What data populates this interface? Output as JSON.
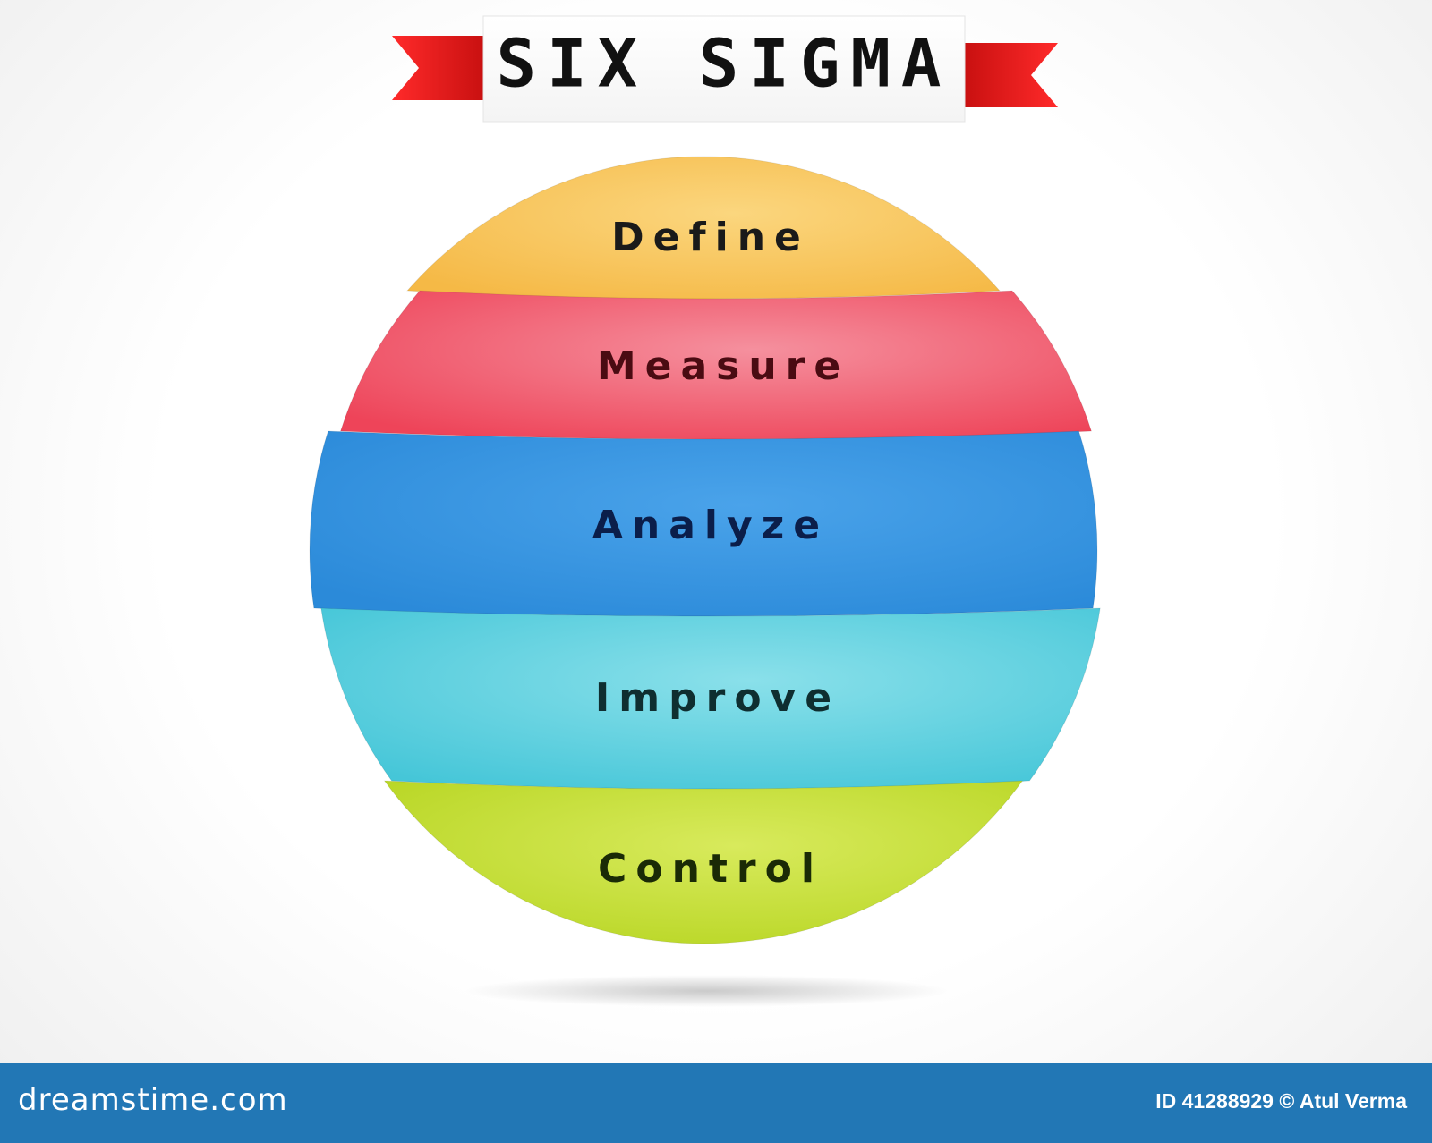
{
  "title": "SIX SIGMA",
  "colors": {
    "ribbon": "#e01919",
    "title_text": "#111111",
    "footer_bg": "#2277b5"
  },
  "steps": [
    {
      "label": "Define",
      "fill": "#f5b946",
      "light": "#fbd67e",
      "text": "#1a1a1a"
    },
    {
      "label": "Measure",
      "fill": "#ee4459",
      "light": "#f5909e",
      "text": "#4a0b12"
    },
    {
      "label": "Analyze",
      "fill": "#2b8ad9",
      "light": "#4aa3ea",
      "text": "#0b1e4a"
    },
    {
      "label": "Improve",
      "fill": "#45c6d8",
      "light": "#8ae0ea",
      "text": "#0f2e30"
    },
    {
      "label": "Control",
      "fill": "#b8d624",
      "light": "#d8ea5c",
      "text": "#1a2a06"
    }
  ],
  "footer": {
    "brand": "dreamstime.com",
    "credit": "ID 41288929 © Atul Verma"
  }
}
